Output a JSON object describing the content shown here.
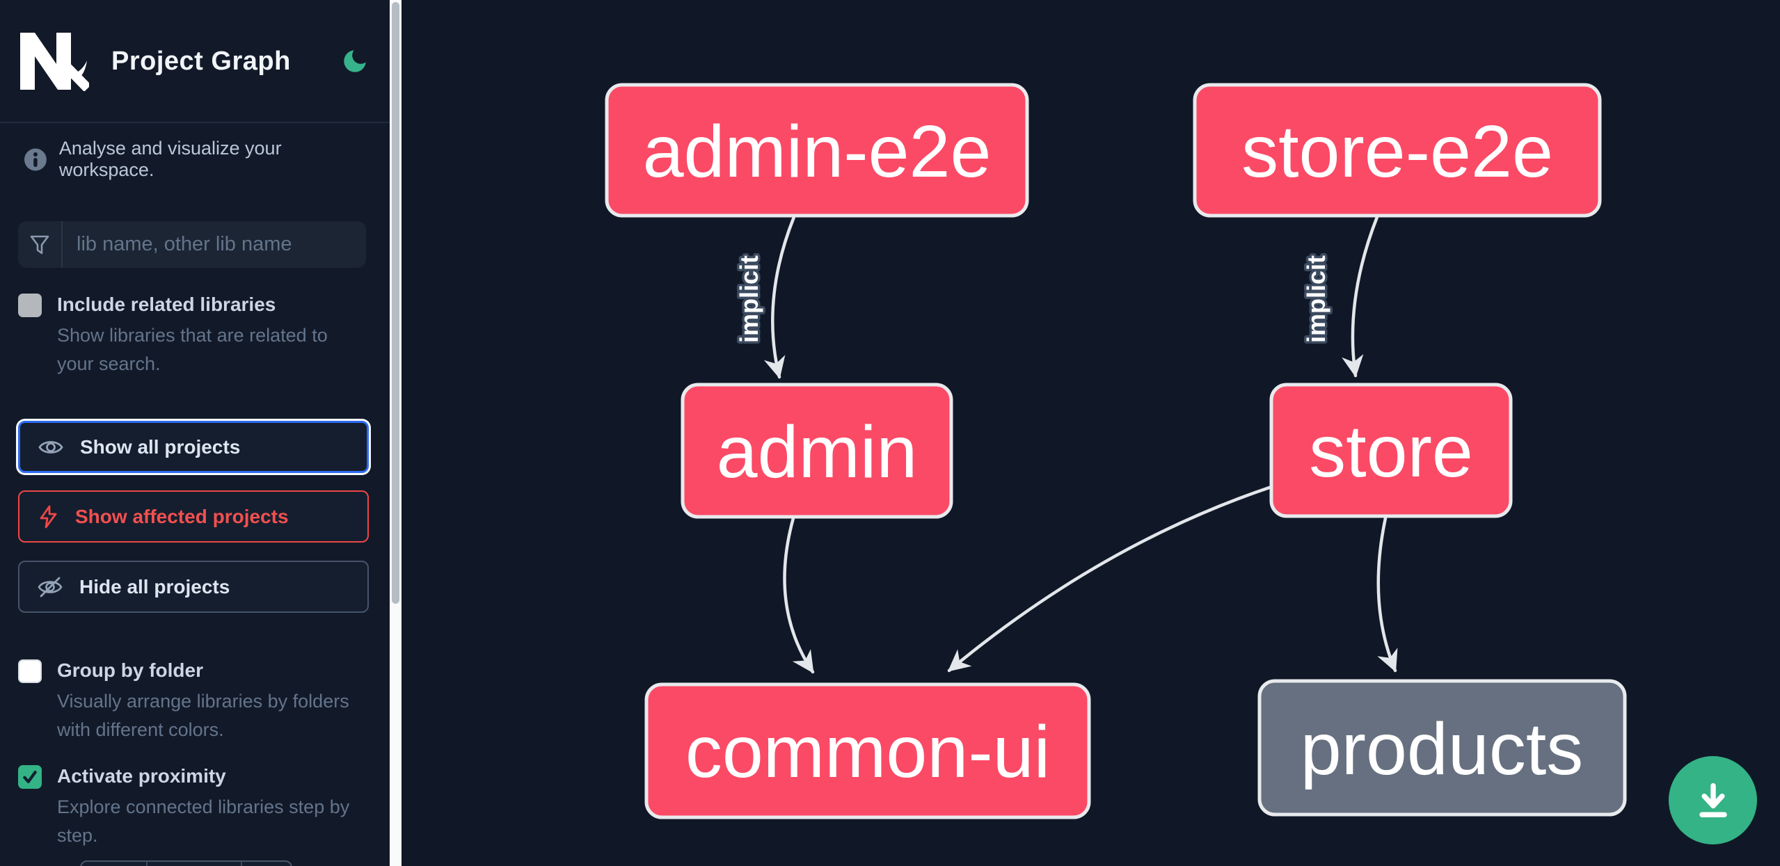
{
  "app": {
    "title": "Project Graph"
  },
  "colors": {
    "sidebar_background": "#121a29",
    "canvas_background": "#101827",
    "accent_green": "#34b386",
    "focus_blue": "#2e6bf2",
    "affected_red": "#ee4747",
    "node_pink": "#fb4a66",
    "node_gray": "#667080",
    "edge_gray": "#e3e6ea"
  },
  "sidebar": {
    "tagline": "Analyse and visualize your workspace.",
    "search": {
      "placeholder": "lib name, other lib name",
      "value": ""
    },
    "actions": [
      {
        "label": "Show all projects",
        "icon": "eye-icon",
        "state": "focused"
      },
      {
        "label": "Show affected projects",
        "icon": "bolt-icon",
        "state": "affected"
      },
      {
        "label": "Hide all projects",
        "icon": "eye-off-icon",
        "state": "default"
      }
    ],
    "options": [
      {
        "label": "Include related libraries",
        "description": "Show libraries that are related to your search.",
        "checked": false
      },
      {
        "label": "Group by folder",
        "description": "Visually arrange libraries by folders with different colors.",
        "checked": false
      },
      {
        "label": "Activate proximity",
        "description": "Explore connected libraries step by step.",
        "checked": true
      }
    ]
  },
  "graph": {
    "nodes": [
      {
        "id": "admin-e2e",
        "label": "admin-e2e",
        "color": "pink"
      },
      {
        "id": "store-e2e",
        "label": "store-e2e",
        "color": "pink"
      },
      {
        "id": "admin",
        "label": "admin",
        "color": "pink"
      },
      {
        "id": "store",
        "label": "store",
        "color": "pink"
      },
      {
        "id": "common-ui",
        "label": "common-ui",
        "color": "pink"
      },
      {
        "id": "products",
        "label": "products",
        "color": "gray"
      }
    ],
    "edges": [
      {
        "source": "admin-e2e",
        "target": "admin",
        "label": "implicit"
      },
      {
        "source": "store-e2e",
        "target": "store",
        "label": "implicit"
      },
      {
        "source": "admin",
        "target": "common-ui",
        "label": ""
      },
      {
        "source": "store",
        "target": "common-ui",
        "label": ""
      },
      {
        "source": "store",
        "target": "products",
        "label": ""
      }
    ],
    "download_button": {
      "icon": "download-icon"
    }
  }
}
